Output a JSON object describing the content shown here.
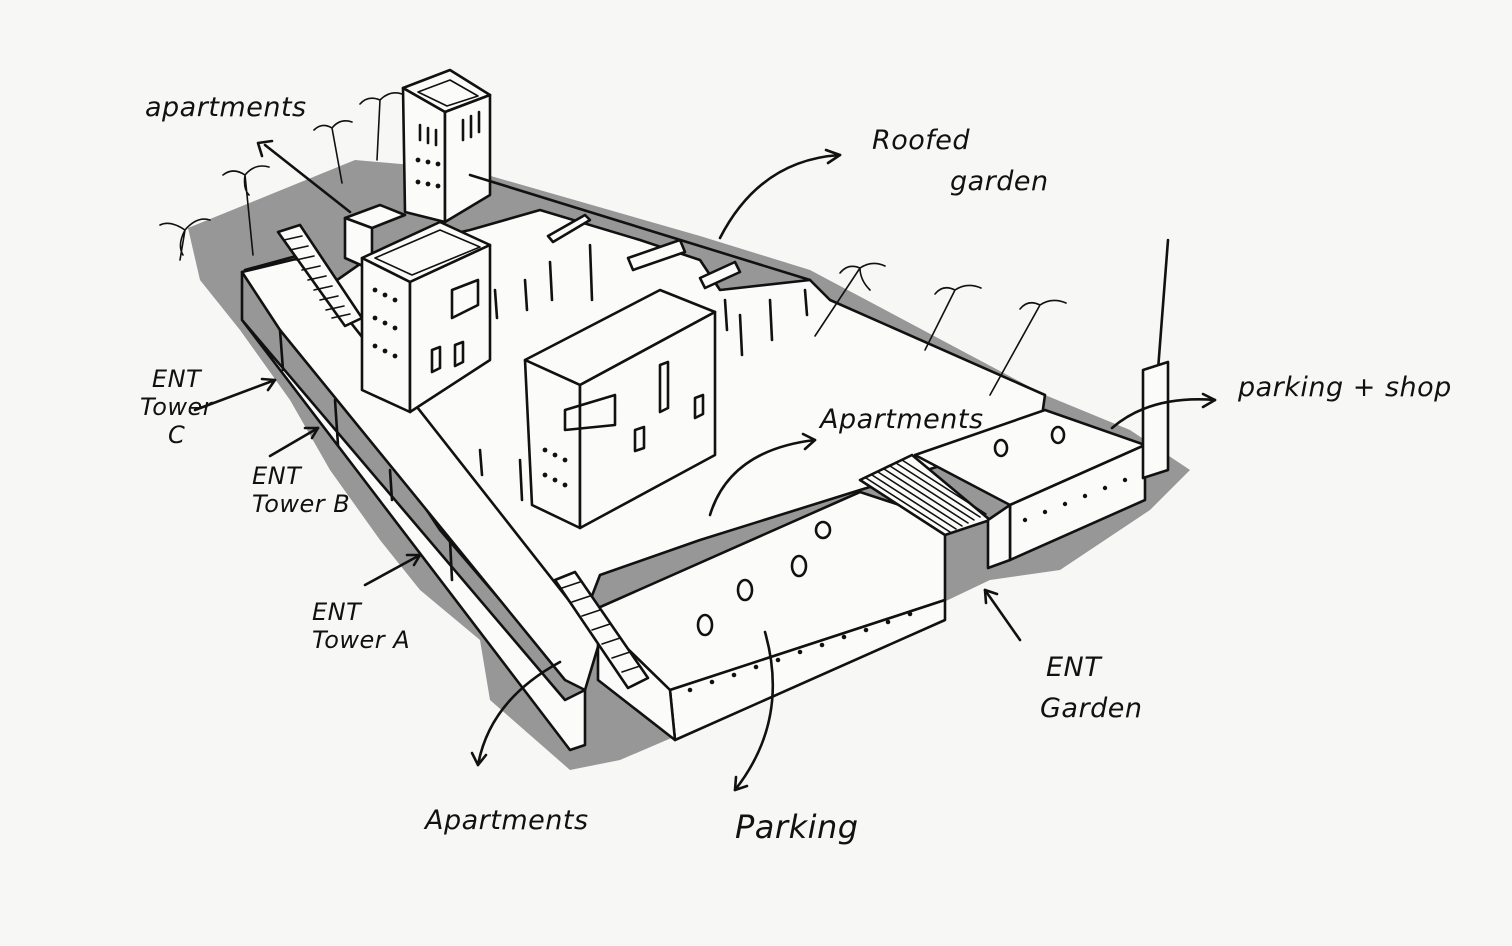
{
  "annotations": {
    "apartments_top": "apartments",
    "roofed_garden": [
      "Roofed",
      "garden"
    ],
    "parking_shop": "parking + shop",
    "apartments_mid": "Apartments",
    "ent_tower_c": [
      "ENT",
      "Tower",
      "C"
    ],
    "ent_tower_b": [
      "ENT",
      "Tower B"
    ],
    "ent_tower_a": [
      "ENT",
      "Tower A"
    ],
    "ent_garden": [
      "ENT",
      "Garden"
    ],
    "apartments_bottom": "Apartments",
    "parking": "Parking"
  },
  "colors": {
    "ink": "#111111",
    "wash": "#8e8e8e",
    "paper": "#f7f7f5"
  }
}
